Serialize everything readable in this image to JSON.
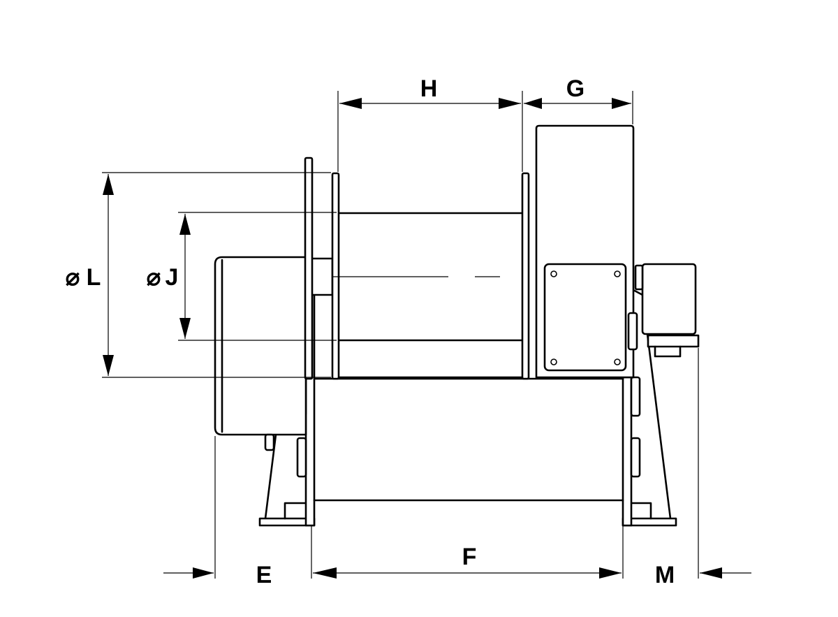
{
  "diagram": {
    "dimension_labels": {
      "H": "H",
      "G": "G",
      "L": "L",
      "J": "J",
      "E": "E",
      "F": "F",
      "M": "M"
    },
    "diameter_symbol": "⌀"
  }
}
